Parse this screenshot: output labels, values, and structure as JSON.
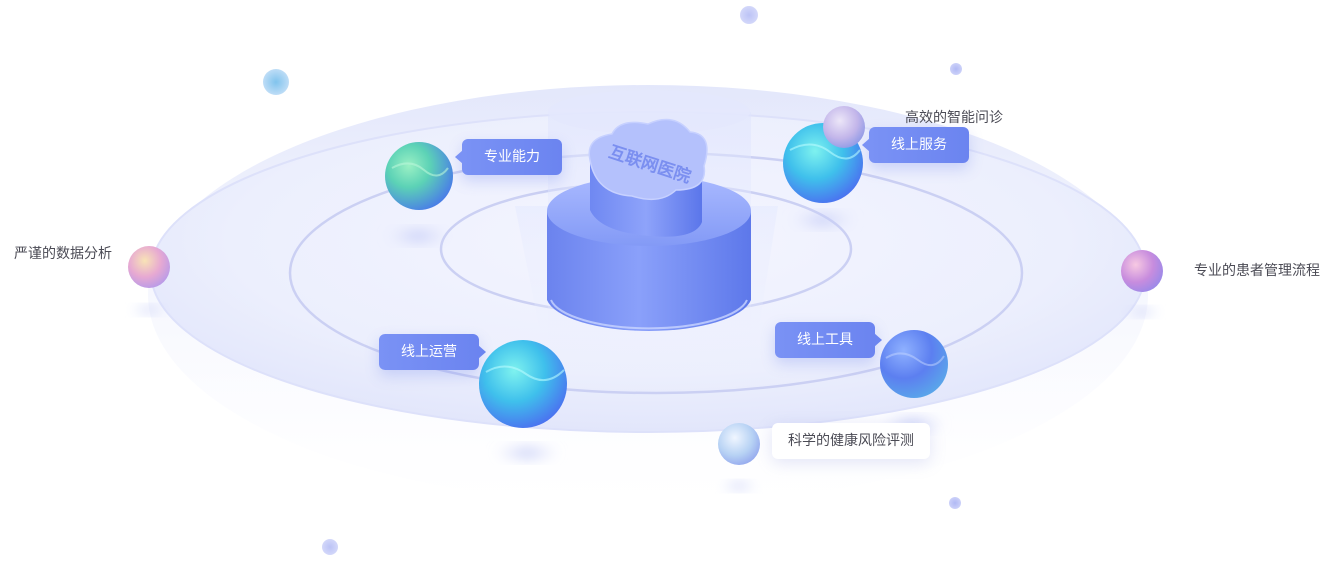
{
  "center": {
    "title": "互联网医院"
  },
  "tags": {
    "professional": "专业能力",
    "online_service": "线上服务",
    "online_operation": "线上运营",
    "online_tools": "线上工具"
  },
  "labels": {
    "smart_consult": "高效的智能问诊",
    "data_analysis": "严谨的数据分析",
    "patient_management": "专业的患者管理流程",
    "risk_assessment": "科学的健康风险评测"
  },
  "colors": {
    "ring": "#c9cef5",
    "disc": "#eef0fd",
    "cylinder_top": "#8ea3f8",
    "cylinder_side": "#6a85f0",
    "tag_bg": "#7a92f5",
    "label_text": "#4b4b55"
  }
}
